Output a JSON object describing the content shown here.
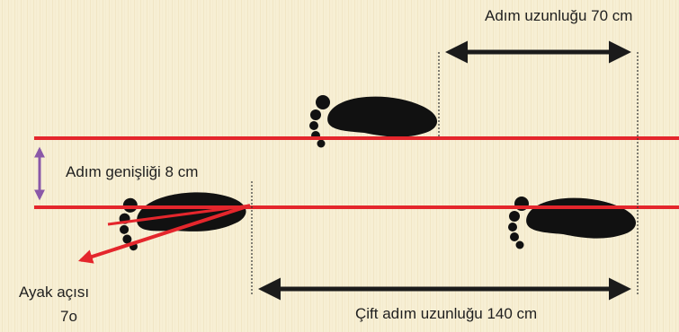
{
  "labels": {
    "step_length": "Adım uzunluğu 70 cm",
    "step_width": "Adım genişliği 8 cm",
    "foot_angle": "Ayak açısı",
    "foot_angle_value": "7o",
    "stride_length": "Çift adım uzunluğu 140 cm"
  },
  "colors": {
    "background": "#f7efd4",
    "line": "#e4262c",
    "footprint": "#111111",
    "width_arrow": "#8a58a8",
    "dimension_arrow": "#1b1b1b",
    "angle_arrow": "#e4262c"
  },
  "icons": [
    "left-footprint-icon",
    "right-footprint-icon"
  ]
}
